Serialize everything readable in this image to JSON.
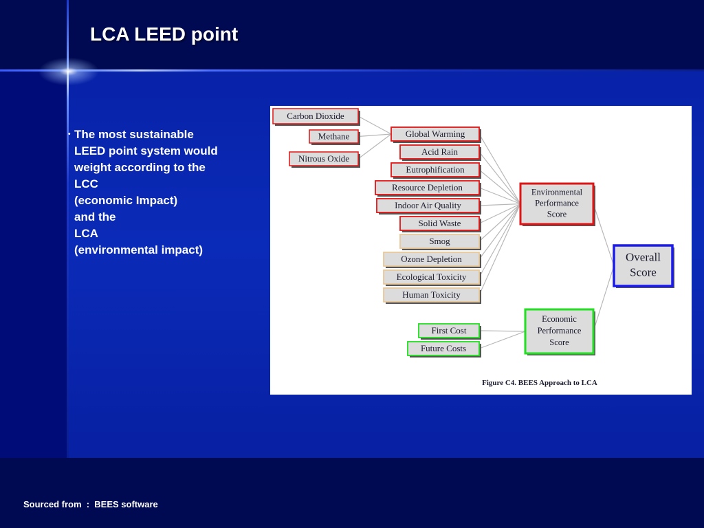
{
  "slide": {
    "title": "LCA LEED point",
    "bullet": {
      "marker": "•",
      "lines": [
        "The most sustainable",
        "LEED point system would",
        "weight according to the",
        "LCC",
        "(economic Impact)",
        "and the",
        "LCA",
        "(environmental impact)"
      ]
    },
    "footer": "Sourced from  :  BEES software"
  },
  "diagram": {
    "caption": "Figure C4. BEES Approach to LCA",
    "colors": {
      "red": "#e01414",
      "green": "#22dd22",
      "blue": "#1a1aee",
      "tan": "#e8c89a",
      "box_fill": "#dcdcdc",
      "connector": "#b8b8b8"
    },
    "emissions": [
      {
        "id": "carbon-dioxide",
        "label": "Carbon Dioxide",
        "target": "global-warming"
      },
      {
        "id": "methane",
        "label": "Methane",
        "target": "global-warming"
      },
      {
        "id": "nitrous-oxide",
        "label": "Nitrous Oxide",
        "target": "global-warming"
      }
    ],
    "impacts": [
      {
        "id": "global-warming",
        "label": "Global Warming",
        "border": "red"
      },
      {
        "id": "acid-rain",
        "label": "Acid Rain",
        "border": "red"
      },
      {
        "id": "eutrophification",
        "label": "Eutrophification",
        "border": "red"
      },
      {
        "id": "resource-depletion",
        "label": "Resource Depletion",
        "border": "red"
      },
      {
        "id": "indoor-air-quality",
        "label": "Indoor Air Quality",
        "border": "red"
      },
      {
        "id": "solid-waste",
        "label": "Solid Waste",
        "border": "red"
      },
      {
        "id": "smog",
        "label": "Smog",
        "border": "tan"
      },
      {
        "id": "ozone-depletion",
        "label": "Ozone Depletion",
        "border": "tan"
      },
      {
        "id": "ecological-toxicity",
        "label": "Ecological Toxicity",
        "border": "tan"
      },
      {
        "id": "human-toxicity",
        "label": "Human Toxicity",
        "border": "tan"
      }
    ],
    "costs": [
      {
        "id": "first-cost",
        "label": "First Cost"
      },
      {
        "id": "future-costs",
        "label": "Future Costs"
      }
    ],
    "environmental_score": {
      "lines": [
        "Environmental",
        "Performance",
        "Score"
      ]
    },
    "economic_score": {
      "lines": [
        "Economic",
        "Performance",
        "Score"
      ]
    },
    "overall_score": {
      "lines": [
        "Overall",
        "Score"
      ]
    }
  }
}
